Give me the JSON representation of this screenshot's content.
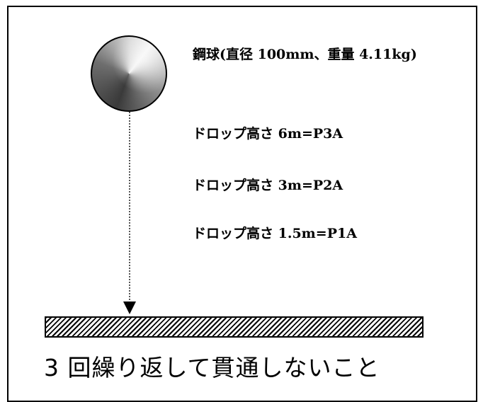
{
  "ball_label": "鋼球(直径 100mm、重量 4.11kg)",
  "drop_heights": [
    "ドロップ高さ 6m=P3A",
    "ドロップ高さ 3m=P2A",
    "ドロップ高さ 1.5m=P1A"
  ],
  "instruction": "3 回繰り返して貫通しないこと"
}
